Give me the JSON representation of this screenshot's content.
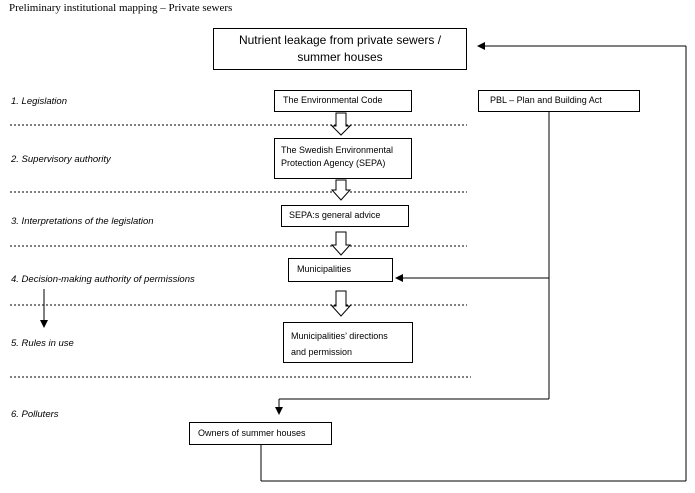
{
  "caption": "Preliminary institutional mapping – Private sewers",
  "title": {
    "line1": "Nutrient leakage from private sewers /",
    "line2": "summer houses"
  },
  "levels": [
    "1. Legislation",
    "2. Supervisory authority",
    "3. Interpretations of the legislation",
    "4. Decision-making authority of permissions",
    "5. Rules in use",
    "6. Polluters"
  ],
  "boxes": {
    "environmental_code": "The Environmental Code",
    "pbl": "PBL – Plan and Building Act",
    "sepa_line1": "The Swedish Environmental",
    "sepa_line2": "Protection Agency (SEPA)",
    "sepa_advice": "SEPA:s general advice",
    "municipalities": "Municipalities",
    "directions_line1": "Municipalities’ directions",
    "directions_line2": "and permission",
    "owners": "Owners of summer houses"
  }
}
